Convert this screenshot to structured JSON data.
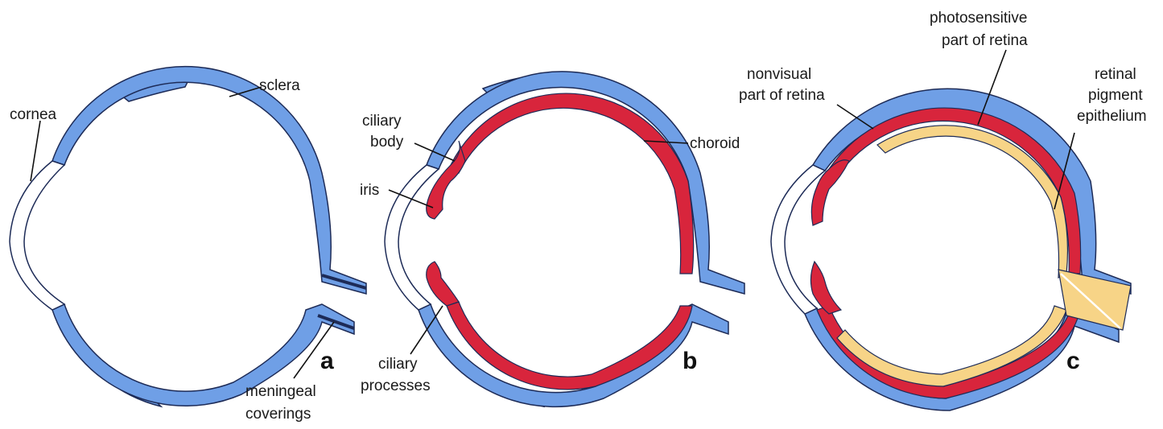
{
  "colors": {
    "sclera": "#6f9fe6",
    "choroid": "#d8253c",
    "retina": "#f7d487",
    "outline": "#1d2b57",
    "cornea": "#ffffff"
  },
  "panels": [
    {
      "letter": "a",
      "labels": {
        "sclera": "sclera",
        "cornea": "cornea",
        "meningeal_1": "meningeal",
        "meningeal_2": "coverings"
      }
    },
    {
      "letter": "b",
      "labels": {
        "ciliary_body_1": "ciliary",
        "ciliary_body_2": "body",
        "iris": "iris",
        "choroid": "choroid",
        "ciliary_processes_1": "ciliary",
        "ciliary_processes_2": "processes"
      }
    },
    {
      "letter": "c",
      "labels": {
        "photosensitive_1": "photosensitive",
        "photosensitive_2": "part of retina",
        "nonvisual_1": "nonvisual",
        "nonvisual_2": "part of retina",
        "rpe_1": "retinal",
        "rpe_2": "pigment",
        "rpe_3": "epithelium"
      }
    }
  ]
}
